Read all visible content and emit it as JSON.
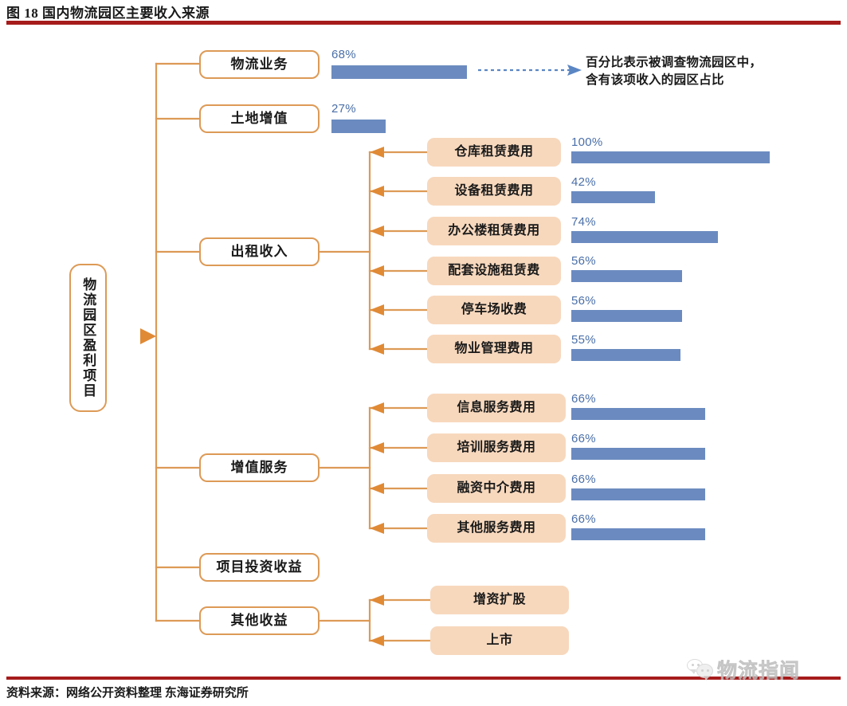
{
  "header": {
    "figure_title": "图 18  国内物流园区主要收入来源",
    "accent_color": "#a61c1c"
  },
  "footer": {
    "source": "资料来源：网络公开资料整理  东海证券研究所",
    "watermark": "物流指闻",
    "watermark_icon": "wechat-icon"
  },
  "annotation": {
    "text": "百分比表示被调查物流园区中，\n含有该项收入的园区占比",
    "connector": "dotted-arrow-right",
    "connector_color": "#5b86c4"
  },
  "theme": {
    "branch_line_color": "#dd9a56",
    "node_outline_color": "#dd9a56",
    "node_fill_color": "#f7d8bd",
    "bar_color": "#6b8bc0",
    "bar_label_color": "#4a6fa8"
  },
  "root": {
    "label": "物流园区盈利项目"
  },
  "branches": [
    {
      "label": "物流业务",
      "style": "outline",
      "percent": 68,
      "percent_label": "68%",
      "children": []
    },
    {
      "label": "土地增值",
      "style": "outline",
      "percent": 27,
      "percent_label": "27%",
      "children": []
    },
    {
      "label": "出租收入",
      "style": "outline",
      "percent": null,
      "percent_label": "",
      "children": [
        {
          "label": "仓库租赁费用",
          "percent": 100,
          "percent_label": "100%"
        },
        {
          "label": "设备租赁费用",
          "percent": 42,
          "percent_label": "42%"
        },
        {
          "label": "办公楼租赁费用",
          "percent": 74,
          "percent_label": "74%"
        },
        {
          "label": "配套设施租赁费",
          "percent": 56,
          "percent_label": "56%"
        },
        {
          "label": "停车场收费",
          "percent": 56,
          "percent_label": "56%"
        },
        {
          "label": "物业管理费用",
          "percent": 55,
          "percent_label": "55%"
        }
      ]
    },
    {
      "label": "增值服务",
      "style": "outline",
      "percent": null,
      "percent_label": "",
      "children": [
        {
          "label": "信息服务费用",
          "percent": 66,
          "percent_label": "66%"
        },
        {
          "label": "培训服务费用",
          "percent": 66,
          "percent_label": "66%"
        },
        {
          "label": "融资中介费用",
          "percent": 66,
          "percent_label": "66%"
        },
        {
          "label": "其他服务费用",
          "percent": 66,
          "percent_label": "66%"
        }
      ]
    },
    {
      "label": "项目投资收益",
      "style": "outline",
      "percent": null,
      "percent_label": "",
      "children": []
    },
    {
      "label": "其他收益",
      "style": "outline",
      "percent": null,
      "percent_label": "",
      "children": [
        {
          "label": "增资扩股",
          "percent": null,
          "percent_label": ""
        },
        {
          "label": "上市",
          "percent": null,
          "percent_label": ""
        }
      ]
    }
  ],
  "chart_data": {
    "type": "bar",
    "title": "国内物流园区主要收入来源",
    "xlabel": "含有该项收入的园区占比",
    "ylabel": "",
    "xlim": [
      0,
      100
    ],
    "grid": false,
    "legend": "none",
    "orientation": "horizontal",
    "categories": [
      "物流业务",
      "土地增值",
      "仓库租赁费用",
      "设备租赁费用",
      "办公楼租赁费用",
      "配套设施租赁费",
      "停车场收费",
      "物业管理费用",
      "信息服务费用",
      "培训服务费用",
      "融资中介费用",
      "其他服务费用"
    ],
    "values": [
      68,
      27,
      100,
      42,
      74,
      56,
      56,
      55,
      66,
      66,
      66,
      66
    ],
    "note": "百分比表示被调查物流园区中，含有该项收入的园区占比"
  }
}
